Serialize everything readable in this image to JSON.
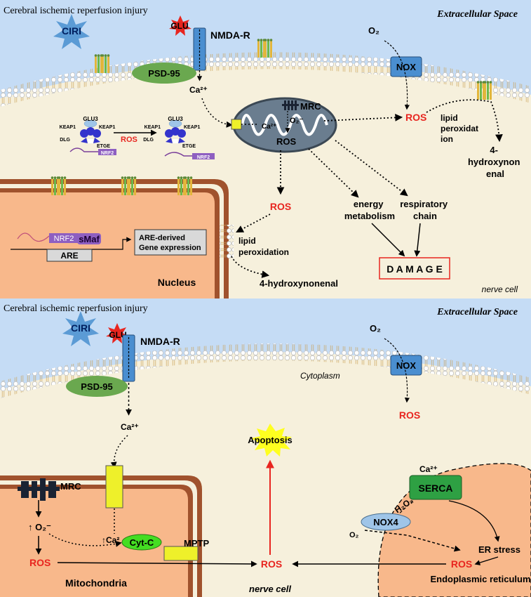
{
  "panel_top": {
    "title": "Cerebral ischemic reperfusion injury",
    "extracellular": "Extracellular Space",
    "cell_label": "nerve cell",
    "cirl": "CIRI",
    "glu": "GLU",
    "nmda": "NMDA-R",
    "psd95": "PSD-95",
    "ca": "Ca²⁺",
    "mito_ca": "Ca²⁺",
    "mrc": "MRC",
    "o2_minus": "O₂⁻",
    "mito_ros": "ROS",
    "o2": "O₂",
    "nox": "NOX",
    "nox_ros": "ROS",
    "lipid_perox_right": [
      "lipid",
      "peroxidat",
      "ion"
    ],
    "hne_right": [
      "4-",
      "hydroxynon",
      "enal"
    ],
    "nuclear_ros": "ROS",
    "energy": [
      "energy",
      "metabolism"
    ],
    "resp": [
      "respiratory",
      "chain"
    ],
    "damage": "D A M A G E",
    "nucleus": "Nucleus",
    "lipid_perox_nuc": [
      "lipid",
      "peroxidation"
    ],
    "hne_nuc": "4-hydroxynonenal",
    "keap_left": {
      "glu3": "GLU3",
      "keap1a": "KEAP1",
      "keap1b": "KEAP1",
      "dlg": "DLG",
      "etge": "ETGE",
      "nrf2": "NRF2"
    },
    "keap_ros": "ROS",
    "keap_right": {
      "glu3": "GLU3",
      "keap1a": "KEAP1",
      "keap1b": "KEAP1",
      "dlg": "DLG",
      "etge": "ETGE",
      "nrf2": "NRF2"
    },
    "nrf2": "NRF2",
    "smaf": "sMaf",
    "are": "ARE",
    "are_gene": [
      "ARE-derived",
      "Gene expression"
    ]
  },
  "panel_bottom": {
    "title": "Cerebral ischemic reperfusion injury",
    "extracellular": "Extracellular Space",
    "cirl": "CIRI",
    "glu": "GLU",
    "nmda": "NMDA-R",
    "psd95": "PSD-95",
    "cytoplasm": "Cytoplasm",
    "o2": "O₂",
    "nox": "NOX",
    "nox_ros": "ROS",
    "ca": "Ca²⁺",
    "apoptosis": "Apoptosis",
    "mrc": "MRC",
    "o2_minus": "↑ O₂⁻",
    "mito_ca": "↑Ca²",
    "cytc": "Cyt-C",
    "mptp": "MPTP",
    "mito_ros": "ROS",
    "mitochondria": "Mitochondria",
    "central_ros": "ROS",
    "cell_label": "nerve cell",
    "er_ca": "Ca²⁺",
    "serca": "SERCA",
    "h2o2": "H₂O₂",
    "nox4": "NOX4",
    "o2_er": "O₂",
    "er_stress": "ER stress",
    "er_ros": "ROS",
    "er": "Endoplasmic reticulum"
  },
  "colors": {
    "extracellular": "#c5dcf5",
    "cytoplasm": "#f6f0dc",
    "organelle": "#f8b88b",
    "organelle_border": "#a0522d",
    "ros": "#e8251f",
    "nox": "#4a8ed0",
    "psd95": "#6aa84f",
    "cytc": "#44dd22",
    "serca": "#2ea043",
    "nox4": "#9fc5e8",
    "mptp": "#eef02a",
    "apoptosis": "#ffff20",
    "cirl_star": "#5b9bd5"
  }
}
